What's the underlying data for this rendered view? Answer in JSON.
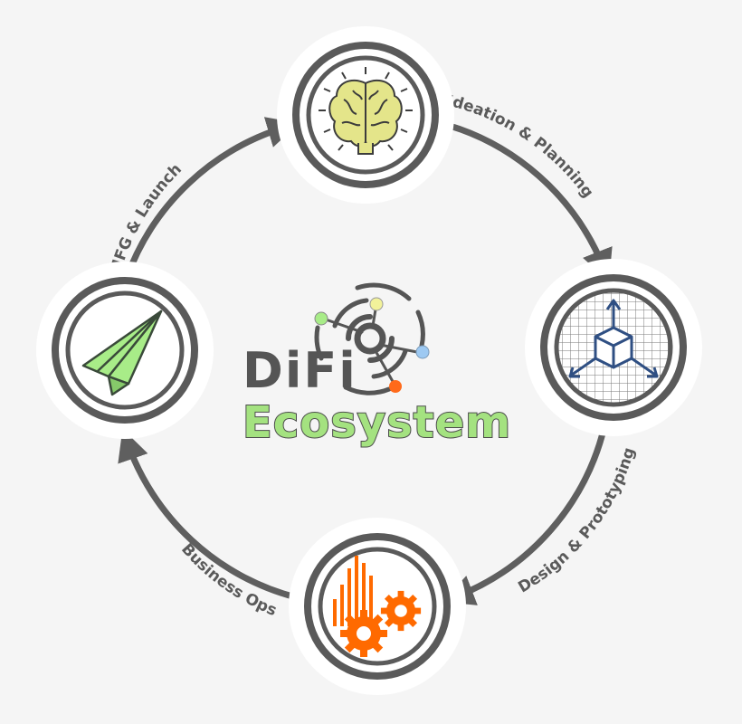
{
  "logo": {
    "line1": "DiFi",
    "line2": "Ecosystem"
  },
  "stages": [
    {
      "label": "Ideation & Planning",
      "icon": "brain-icon"
    },
    {
      "label": "Design & Prototyping",
      "icon": "3d-cube-icon"
    },
    {
      "label": "Business Ops",
      "icon": "gears-chart-icon"
    },
    {
      "label": "MFG & Launch",
      "icon": "paper-plane-icon"
    }
  ],
  "colors": {
    "ring": "#5a5a5a",
    "arrow": "#5f5f5f",
    "brain": "#e4e58a",
    "cube_blue": "#2f4f83",
    "gears": "#ff6a00",
    "plane": "#a8ec88",
    "logo_green": "#a4e280",
    "dot_green": "#a8ec88",
    "dot_yellow": "#f2f29a",
    "dot_blue": "#9dc9f2",
    "dot_orange": "#ff6a1a"
  }
}
